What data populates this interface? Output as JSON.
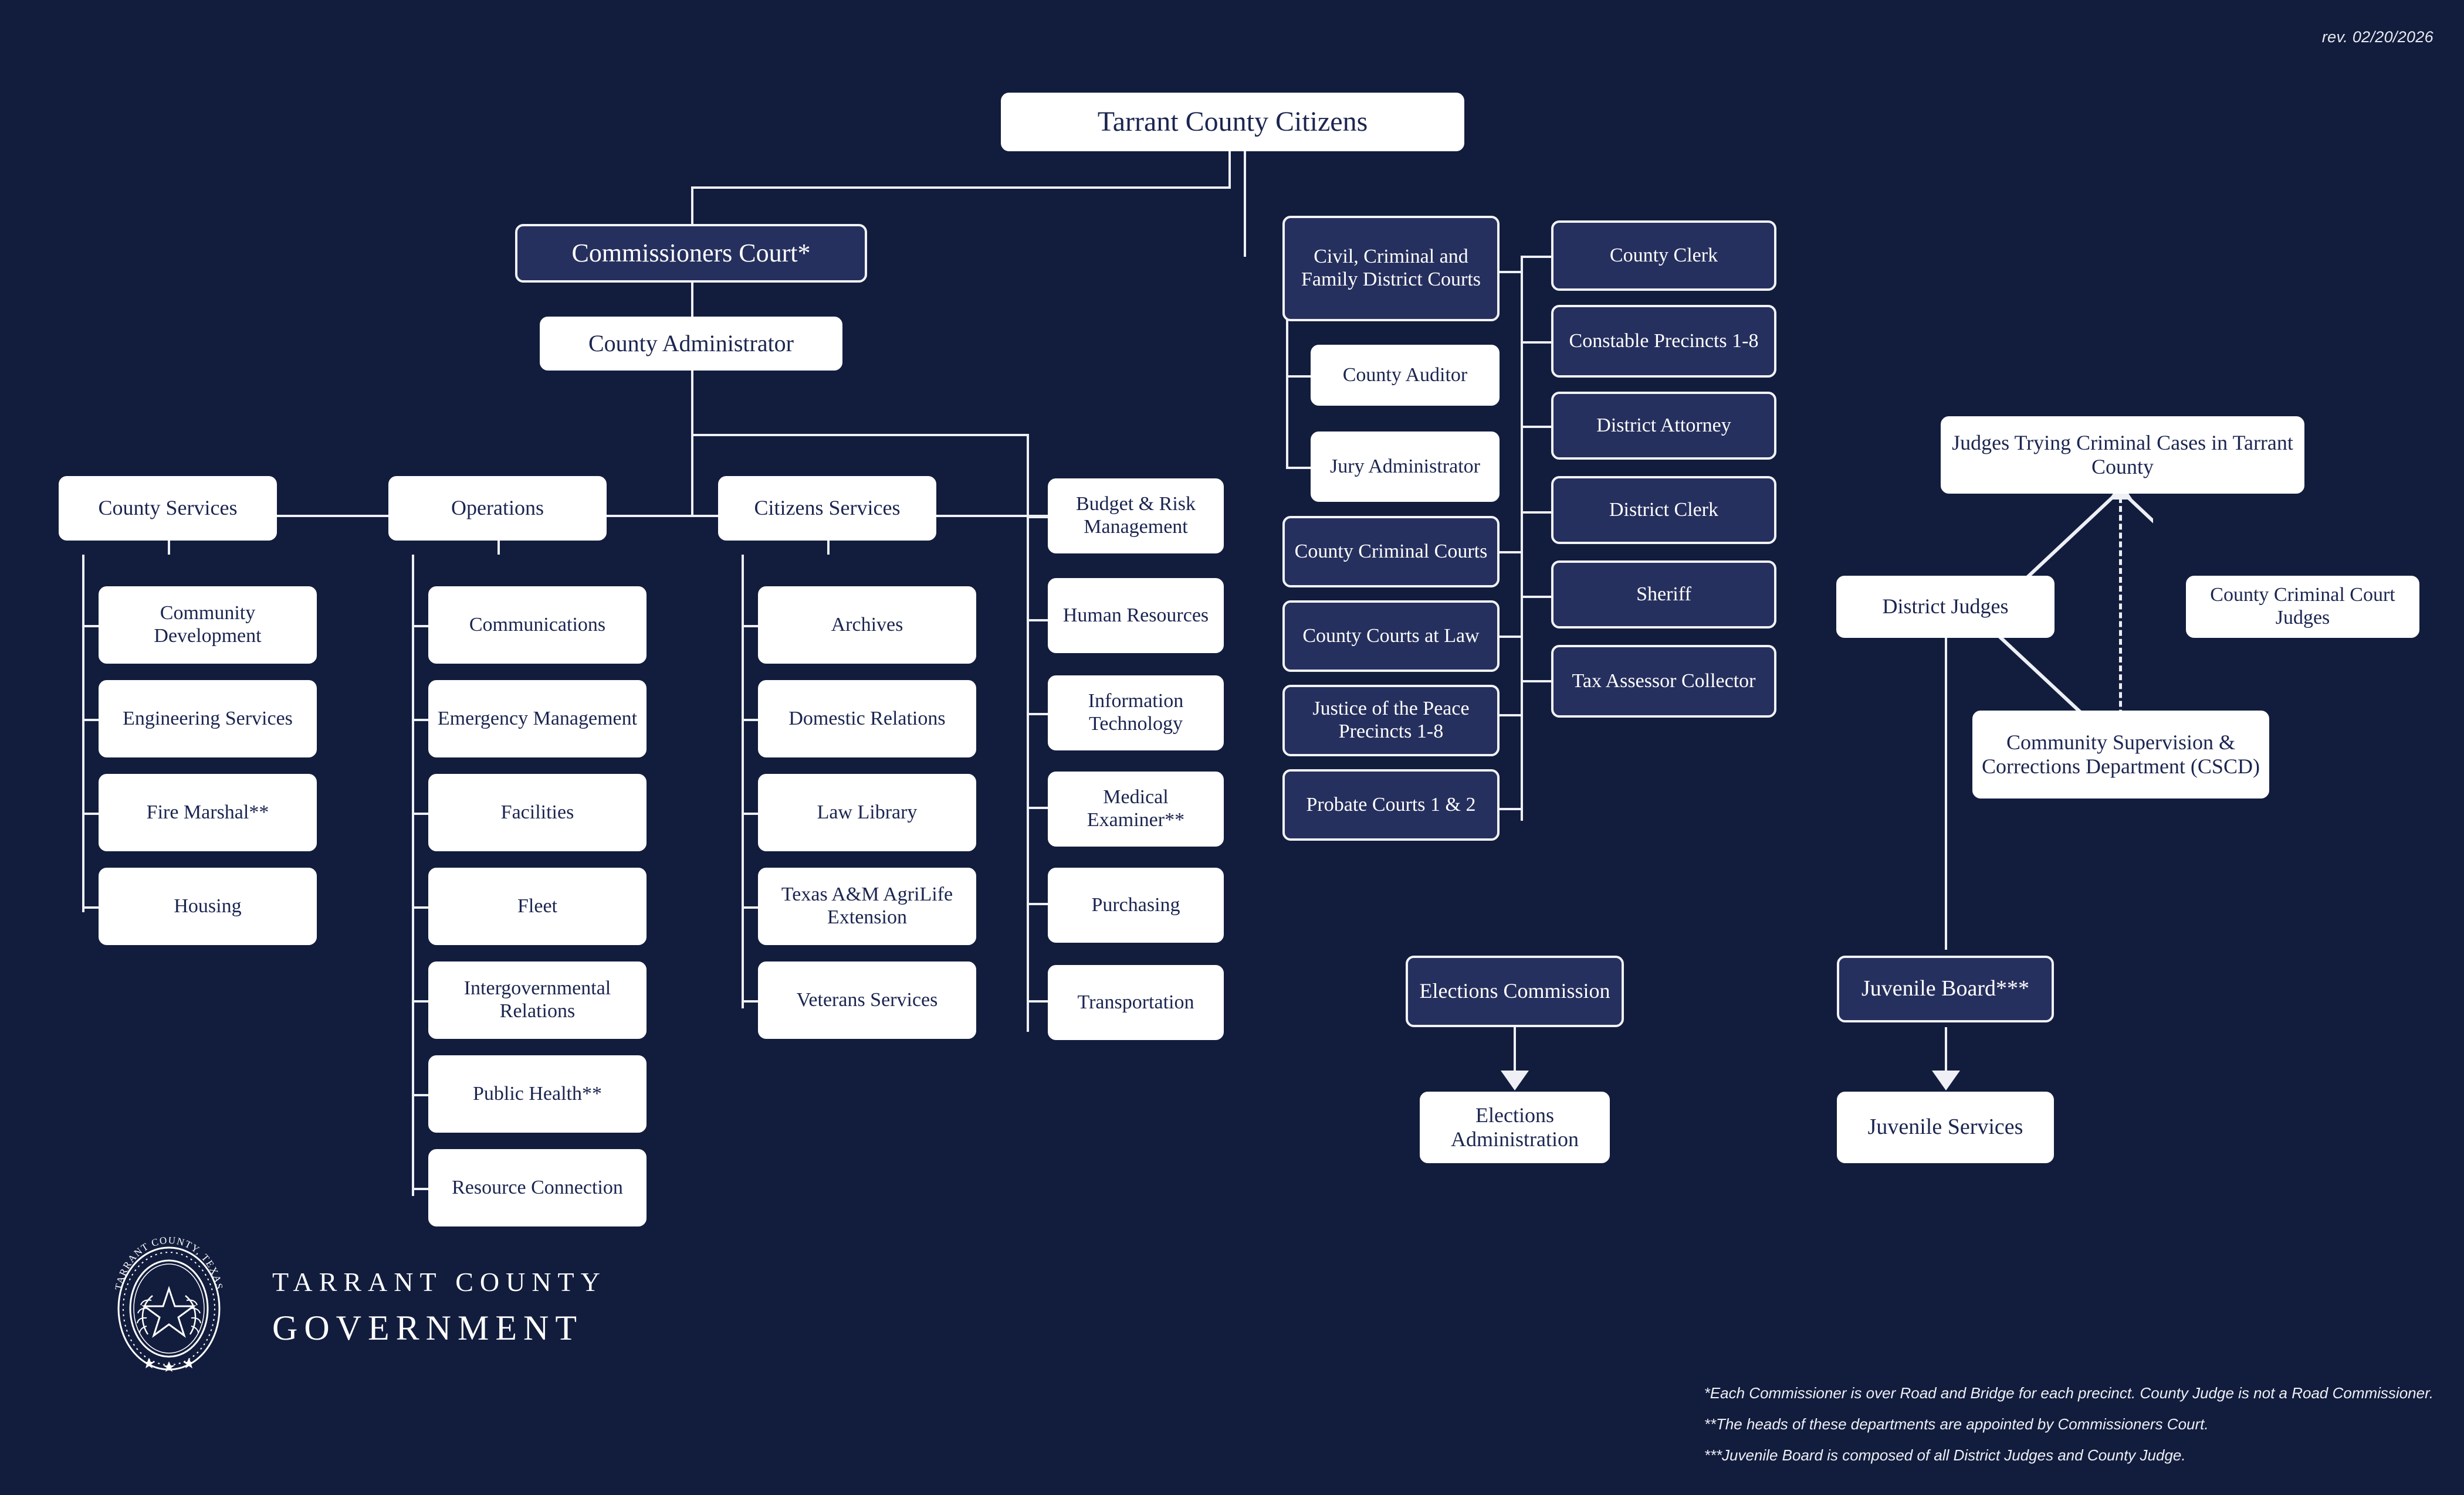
{
  "meta": {
    "revision": "rev. 02/20/2026",
    "colors": {
      "background": "#121d3d",
      "dark_box_fill": "#26305e",
      "light_box_fill": "#ffffff",
      "line": "#eef0f6",
      "dark_text": "#1b2550"
    }
  },
  "root": {
    "label": "Tarrant County Citizens"
  },
  "commissioners": {
    "court": "Commissioners Court*",
    "administrator": "County Administrator"
  },
  "branches": {
    "county_services": {
      "label": "County Services",
      "children": [
        "Community Development",
        "Engineering Services",
        "Fire Marshal**",
        "Housing"
      ]
    },
    "operations": {
      "label": "Operations",
      "children": [
        "Communications",
        "Emergency Management",
        "Facilities",
        "Fleet",
        "Intergovernmental Relations",
        "Public Health**",
        "Resource Connection"
      ]
    },
    "citizens_services": {
      "label": "Citizens Services",
      "children": [
        "Archives",
        "Domestic Relations",
        "Law Library",
        "Texas A&M AgriLife Extension",
        "Veterans Services"
      ]
    },
    "administrative": {
      "children": [
        "Budget & Risk Management",
        "Human Resources",
        "Information Technology",
        "Medical Examiner**",
        "Purchasing",
        "Transportation"
      ]
    }
  },
  "courts": {
    "items": [
      "Civil, Criminal and Family District Courts",
      "County Criminal Courts",
      "County Courts at Law",
      "Justice of the Peace Precincts 1-8",
      "Probate Courts 1 & 2"
    ],
    "district_court_children": [
      "County Auditor",
      "Jury Administrator"
    ]
  },
  "elected_officials": {
    "items": [
      "County Clerk",
      "Constable Precincts 1-8",
      "District Attorney",
      "District Clerk",
      "Sheriff",
      "Tax Assessor Collector"
    ]
  },
  "judges": {
    "header": "Judges Trying Criminal Cases in Tarrant County",
    "district_judges": "District Judges",
    "county_criminal_court_judges": "County Criminal Court Judges",
    "cscd": "Community Supervision & Corrections Department (CSCD)"
  },
  "elections": {
    "commission": "Elections Commission",
    "administration": "Elections Administration"
  },
  "juvenile": {
    "board": "Juvenile Board***",
    "services": "Juvenile Services"
  },
  "logo": {
    "seal_top_text": "TARRANT COUNTY, TEXAS",
    "line1": "TARRANT COUNTY",
    "line2": "GOVERNMENT"
  },
  "footnotes": [
    "*Each Commissioner is over Road and Bridge for each precinct. County Judge is not a Road Commissioner.",
    "**The heads of these departments are appointed by Commissioners Court.",
    "***Juvenile Board is composed of all District Judges and County Judge."
  ]
}
